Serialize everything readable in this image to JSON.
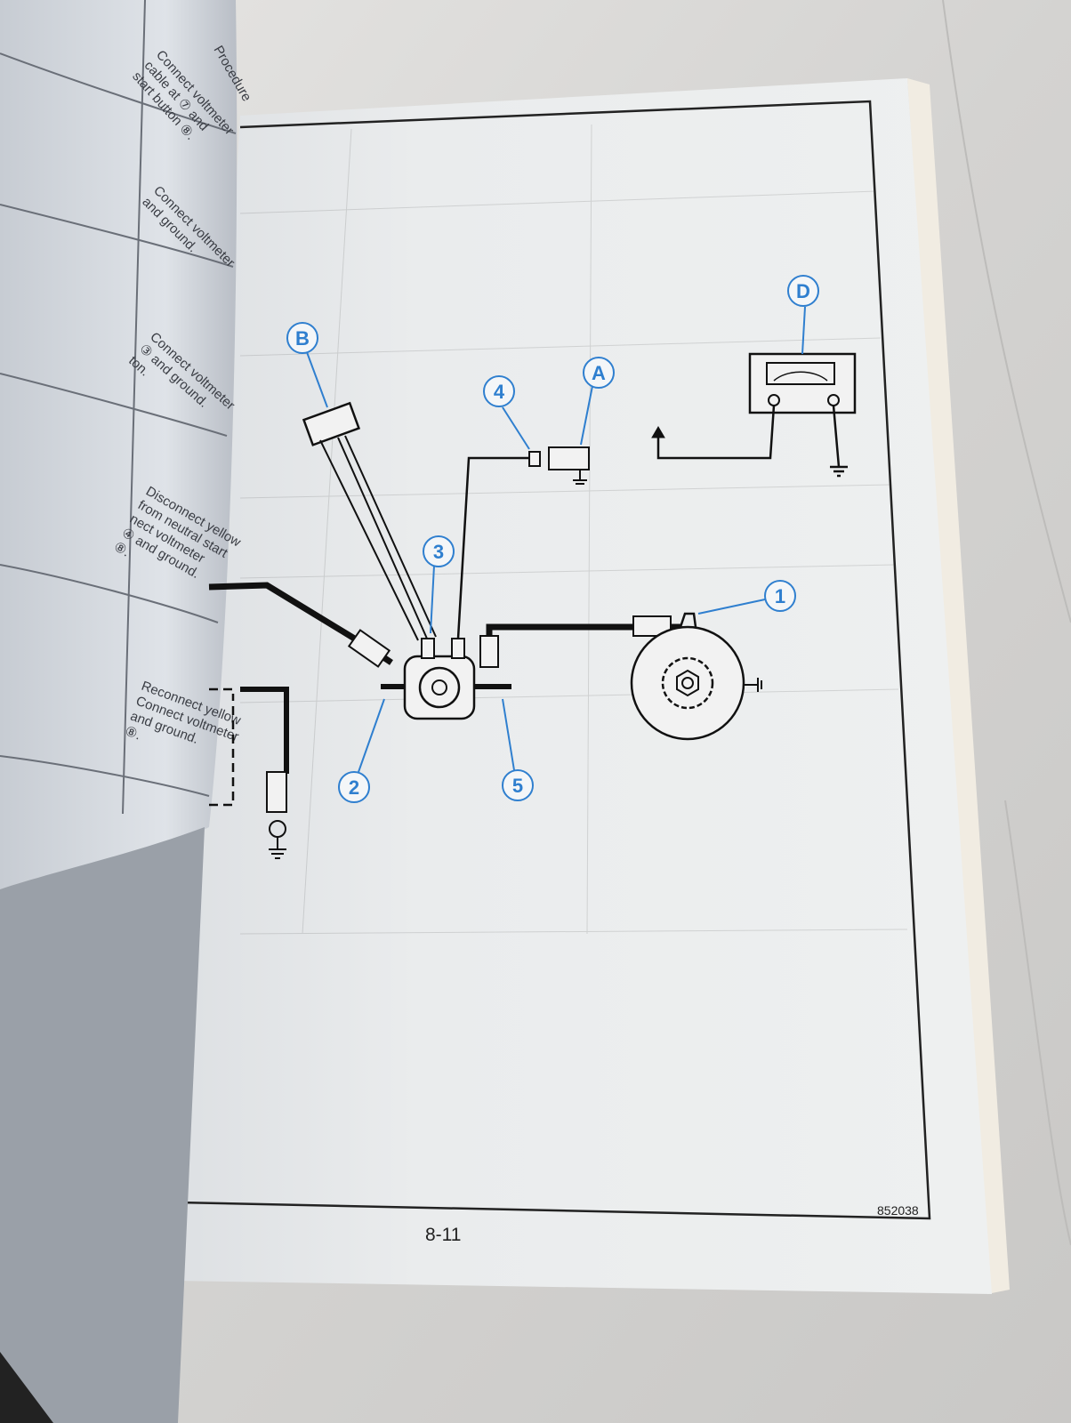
{
  "left_page": {
    "header": "Procedure",
    "rows": [
      {
        "lines": [
          "Connect voltmeter",
          "cable at ⑦ and",
          "start button ⑧."
        ]
      },
      {
        "lines": [
          "Connect voltmeter",
          "and ground."
        ]
      },
      {
        "lines": [
          "Connect voltmeter",
          "③ and ground.",
          "ton."
        ]
      },
      {
        "lines": [
          "Disconnect yellow",
          "from neutral start",
          "nect voltmeter",
          "④ and ground.",
          "⑧."
        ]
      },
      {
        "lines": [
          "Reconnect yellow",
          "Connect voltmeter",
          "and ground.",
          "⑧."
        ]
      }
    ]
  },
  "diagram": {
    "callouts": [
      "A",
      "B",
      "D",
      "1",
      "2",
      "3",
      "4",
      "5"
    ]
  },
  "footer": {
    "page_number": "8-11",
    "figure_number": "852038"
  },
  "colors": {
    "callout": "#2f7fcf",
    "page": "#eceded",
    "frame": "#222222"
  }
}
